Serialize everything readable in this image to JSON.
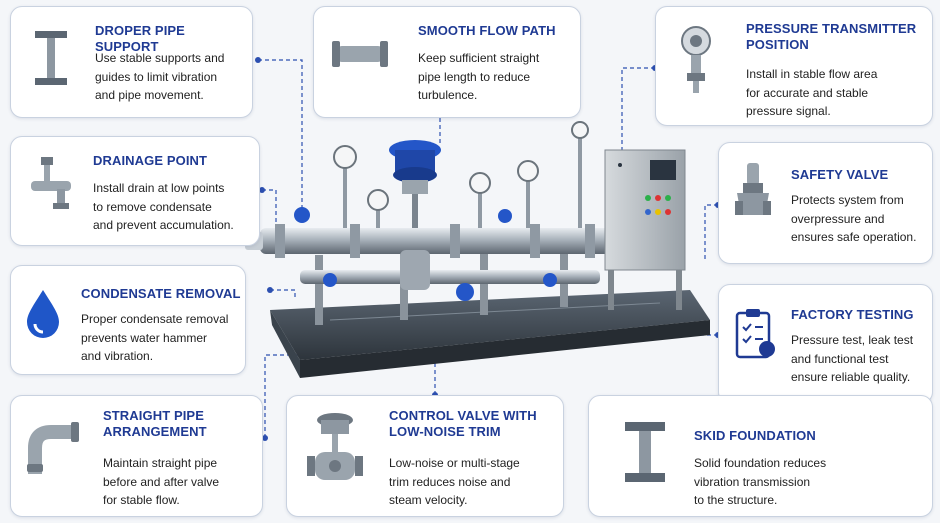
{
  "cards": {
    "pipe_support": {
      "title": [
        "DROPER PIPE SUPPORT"
      ],
      "body": [
        "Use stable supports and",
        "guides to limit vibration",
        "and pipe movement."
      ]
    },
    "flow_path": {
      "title": [
        "SMOOTH FLOW PATH"
      ],
      "body": [
        "Keep sufficient straight",
        "pipe length to reduce",
        "turbulence."
      ]
    },
    "pressure_transmitter": {
      "title": [
        "PRESSURE TRANSMITTER",
        "POSITION"
      ],
      "body": [
        "Install in stable flow area",
        "for accurate and stable",
        "pressure signal."
      ]
    },
    "drainage": {
      "title": [
        "DRAINAGE POINT"
      ],
      "body": [
        "Install drain at low points",
        "to remove condensate",
        "and prevent accumulation."
      ]
    },
    "safety_valve": {
      "title": [
        "SAFETY VALVE"
      ],
      "body": [
        "Protects system from",
        "overpressure and",
        "ensures safe operation."
      ]
    },
    "condensate": {
      "title": [
        "CONDENSATE REMOVAL"
      ],
      "body": [
        "Proper condensate removal",
        "prevents water hammer",
        "and vibration."
      ]
    },
    "factory_testing": {
      "title": [
        "FACTORY TESTING"
      ],
      "body": [
        "Pressure test, leak test",
        "and functional test",
        "ensure reliable quality."
      ]
    },
    "straight_pipe": {
      "title": [
        "STRAIGHT PIPE",
        "ARRANGEMENT"
      ],
      "body": [
        "Maintain straight pipe",
        "before and after valve",
        "for stable flow."
      ]
    },
    "control_valve": {
      "title": [
        "CONTROL VALVE WITH",
        "LOW-NOISE TRIM"
      ],
      "body": [
        "Low-noise or multi-stage",
        "trim reduces noise and",
        "steam velocity."
      ]
    },
    "skid": {
      "title": [
        "SKID FOUNDATION"
      ],
      "body": [
        "Solid foundation reduces",
        "vibration transmission",
        "to the structure."
      ]
    }
  },
  "colors": {
    "title": "#1f3a93",
    "connector": "#2c4fb0",
    "border": "#c9d2e0",
    "accent_blue": "#2456c8"
  }
}
